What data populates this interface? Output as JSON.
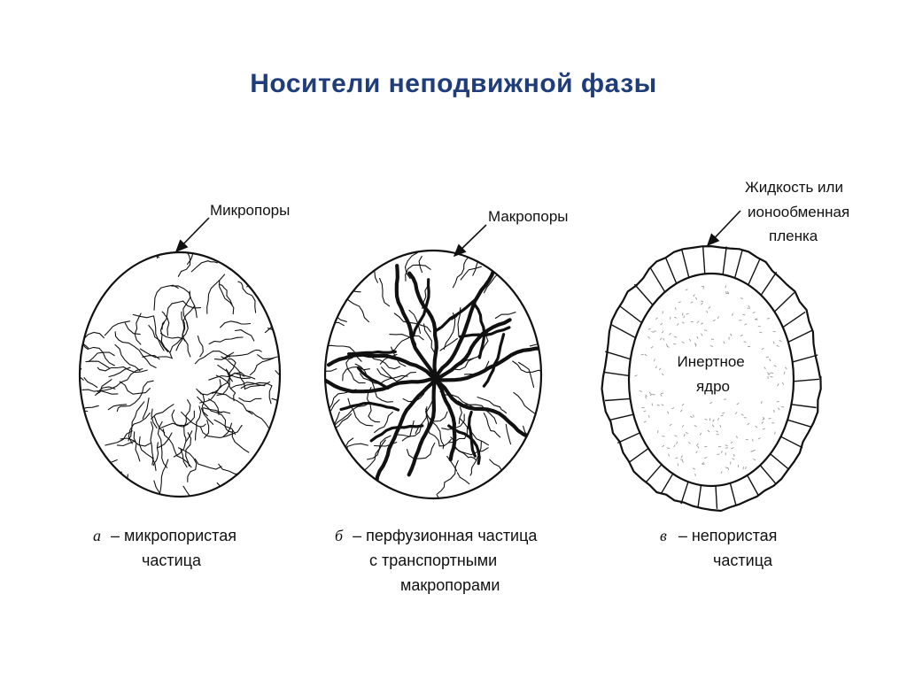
{
  "title": "Носители неподвижной фазы",
  "panels": [
    {
      "callout": [
        "Микропоры"
      ],
      "caption_letter": "а",
      "caption": [
        "– микропористая",
        "частица"
      ]
    },
    {
      "callout": [
        "Макропоры"
      ],
      "caption_letter": "б",
      "caption": [
        "– перфузионная частица",
        "с транспортными",
        "макропорами"
      ]
    },
    {
      "callout": [
        "Жидкость или",
        "ионообменная",
        "пленка"
      ],
      "core_label": [
        "Инертное",
        "ядро"
      ],
      "caption_letter": "в",
      "caption": [
        "– непористая",
        "частица"
      ]
    }
  ]
}
